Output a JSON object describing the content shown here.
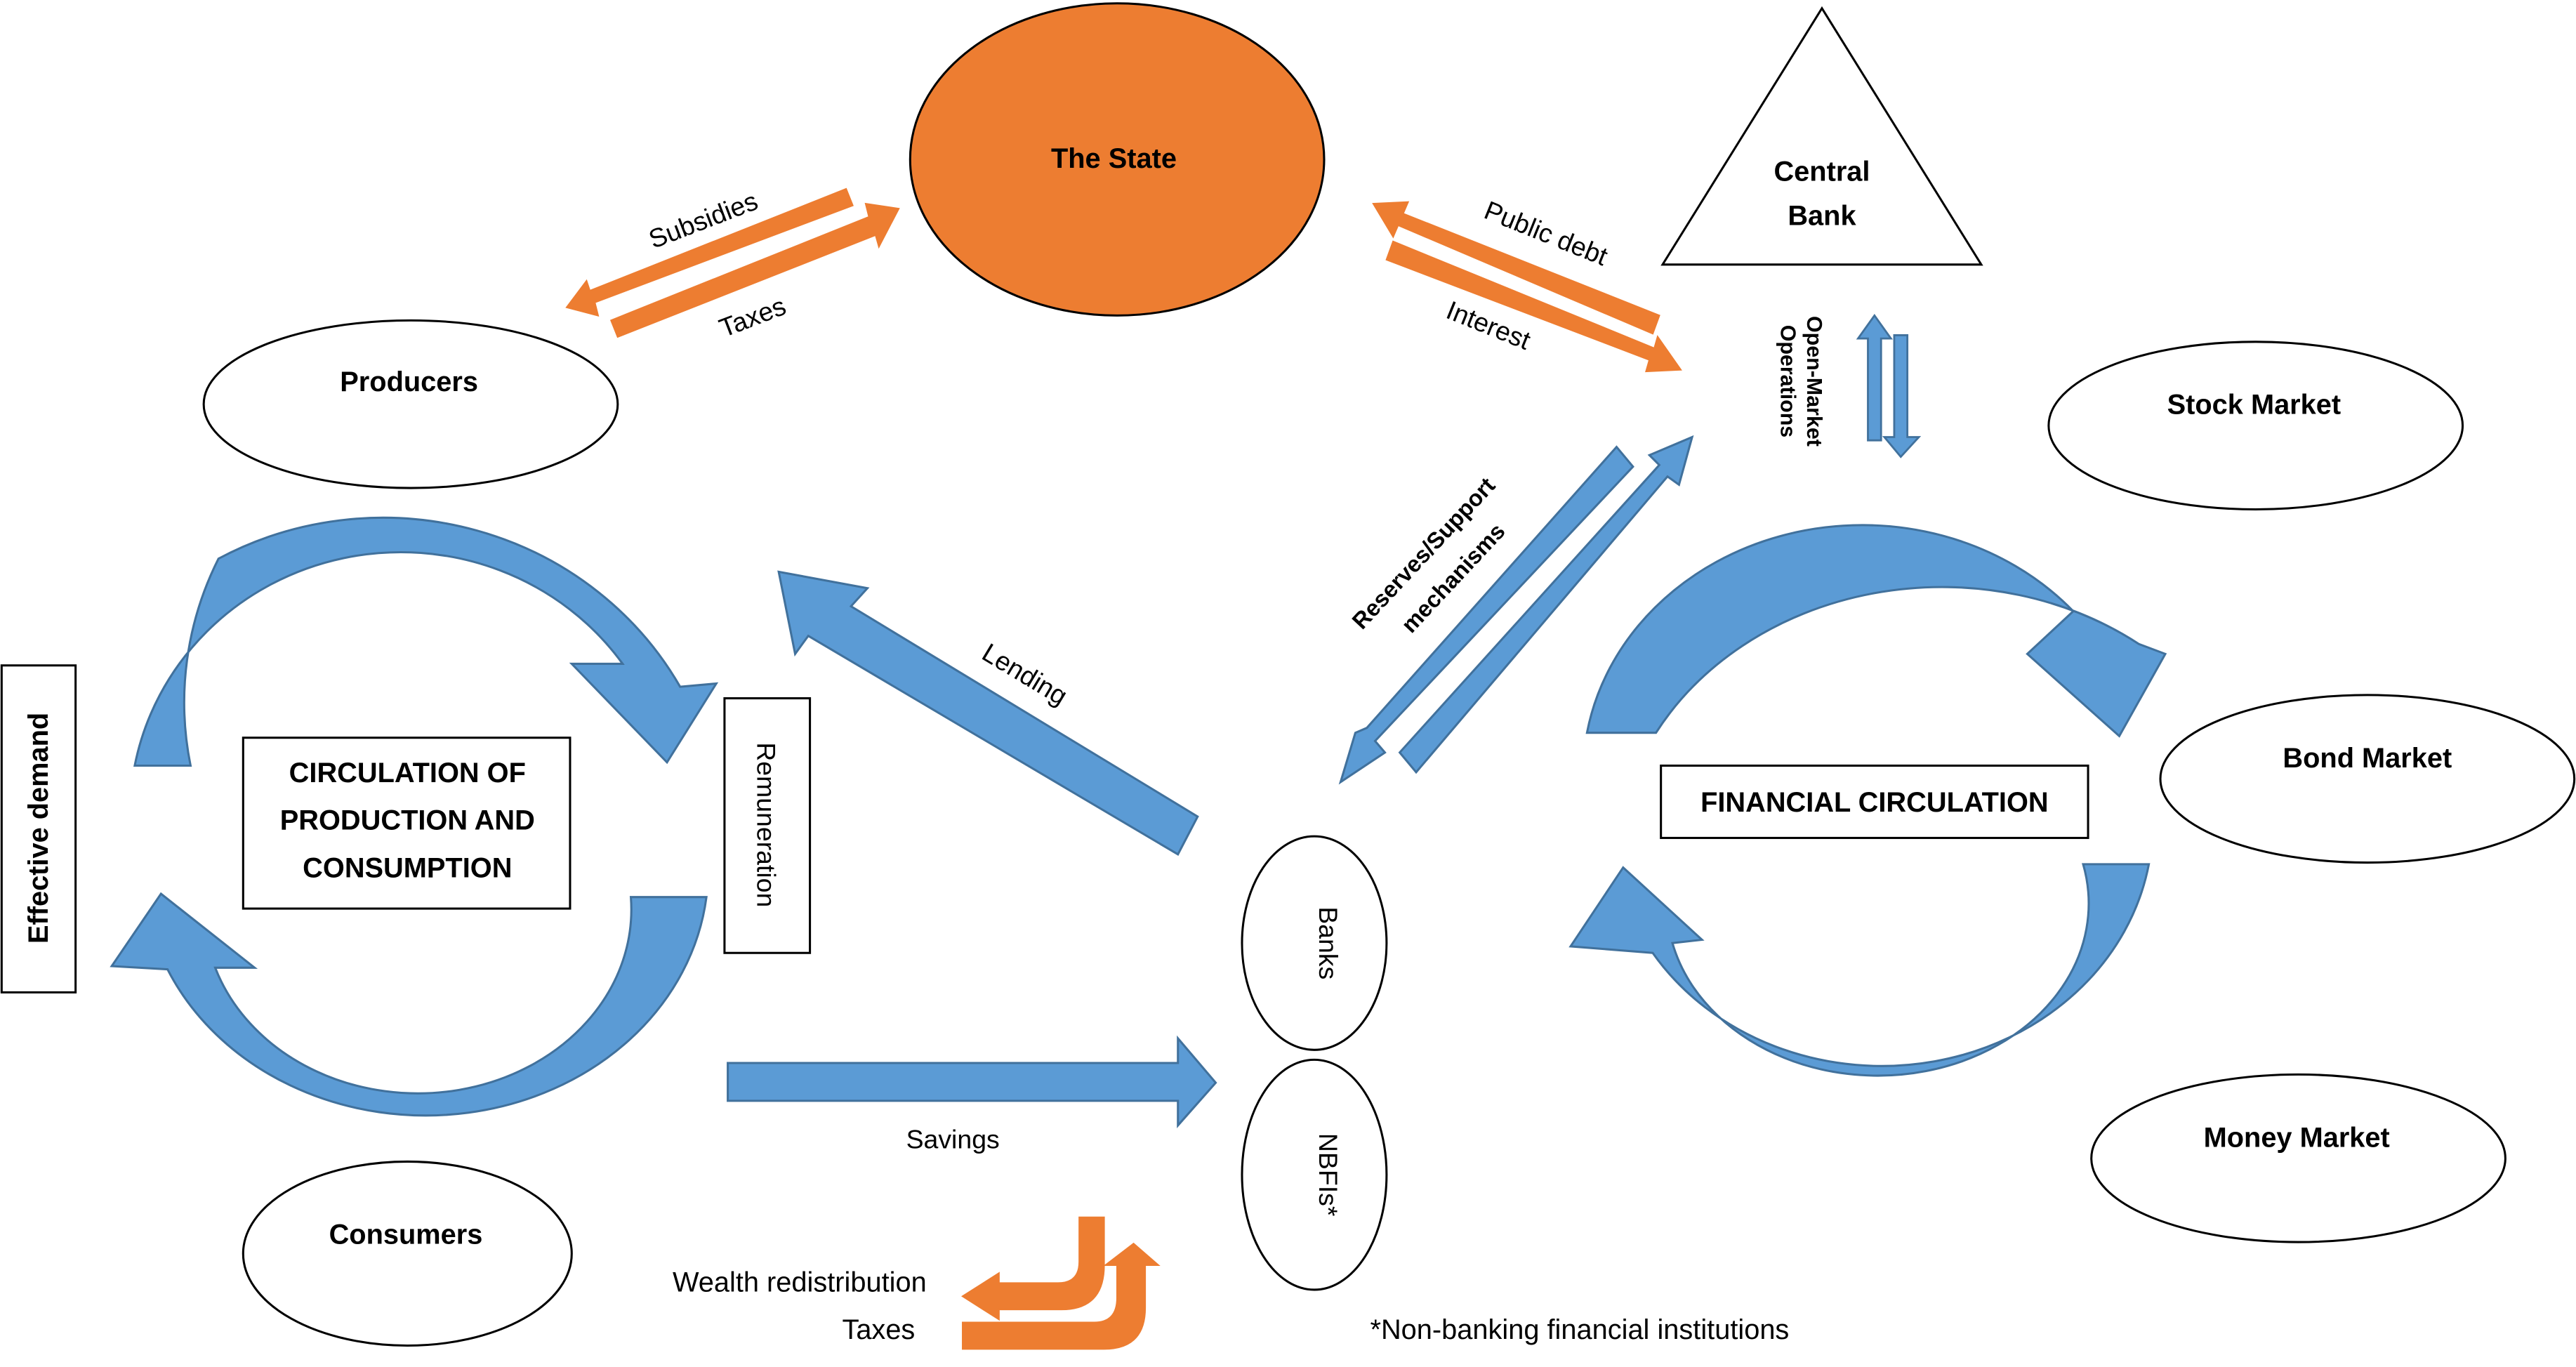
{
  "colors": {
    "blue": "#5b9bd5",
    "blue_stroke": "#41719c",
    "orange": "#ed7d31",
    "orange_stroke": "#ae5a21"
  },
  "nodes": {
    "state": "The State",
    "central_bank_line1": "Central",
    "central_bank_line2": "Bank",
    "producers": "Producers",
    "consumers": "Consumers",
    "stock_market": "Stock Market",
    "bond_market": "Bond Market",
    "money_market": "Money Market",
    "banks": "Banks",
    "nbfis": "NBFIs*"
  },
  "boxes": {
    "effective_demand": "Effective demand",
    "circulation_line1": "CIRCULATION OF",
    "circulation_line2": "PRODUCTION AND",
    "circulation_line3": "CONSUMPTION",
    "remuneration": "Remuneration",
    "financial_circulation": "FINANCIAL CIRCULATION"
  },
  "flows": {
    "subsidies": "Subsidies",
    "taxes_top": "Taxes",
    "public_debt": "Public debt",
    "interest": "Interest",
    "omo_line1": "Open-Market",
    "omo_line2": "Operations",
    "reserves_line1": "Reserves/Support",
    "reserves_line2": "mechanisms",
    "lending": "Lending",
    "savings": "Savings",
    "wealth_redistribution": "Wealth redistribution",
    "taxes_bottom": "Taxes"
  },
  "footnote": "*Non-banking financial institutions"
}
